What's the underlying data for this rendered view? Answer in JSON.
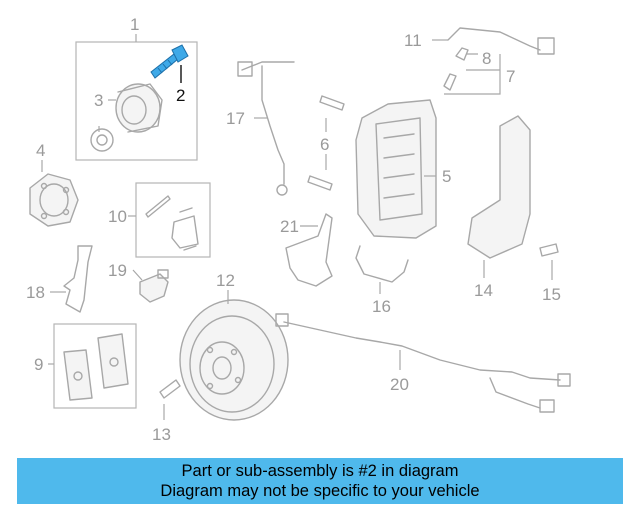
{
  "callouts": {
    "c1": "1",
    "c2": "2",
    "c3": "3",
    "c4": "4",
    "c5": "5",
    "c6": "6",
    "c7": "7",
    "c8": "8",
    "c9": "9",
    "c10": "10",
    "c11": "11",
    "c12": "12",
    "c13": "13",
    "c14": "14",
    "c15": "15",
    "c16": "16",
    "c17": "17",
    "c18": "18",
    "c19": "19",
    "c20": "20",
    "c21": "21"
  },
  "highlight": {
    "part_number": "2",
    "color": "#3ea9e8"
  },
  "banner": {
    "line1": "Part or sub-assembly is #2 in diagram",
    "line2": "Diagram may not be specific to your vehicle",
    "background": "#4fb9ec"
  }
}
